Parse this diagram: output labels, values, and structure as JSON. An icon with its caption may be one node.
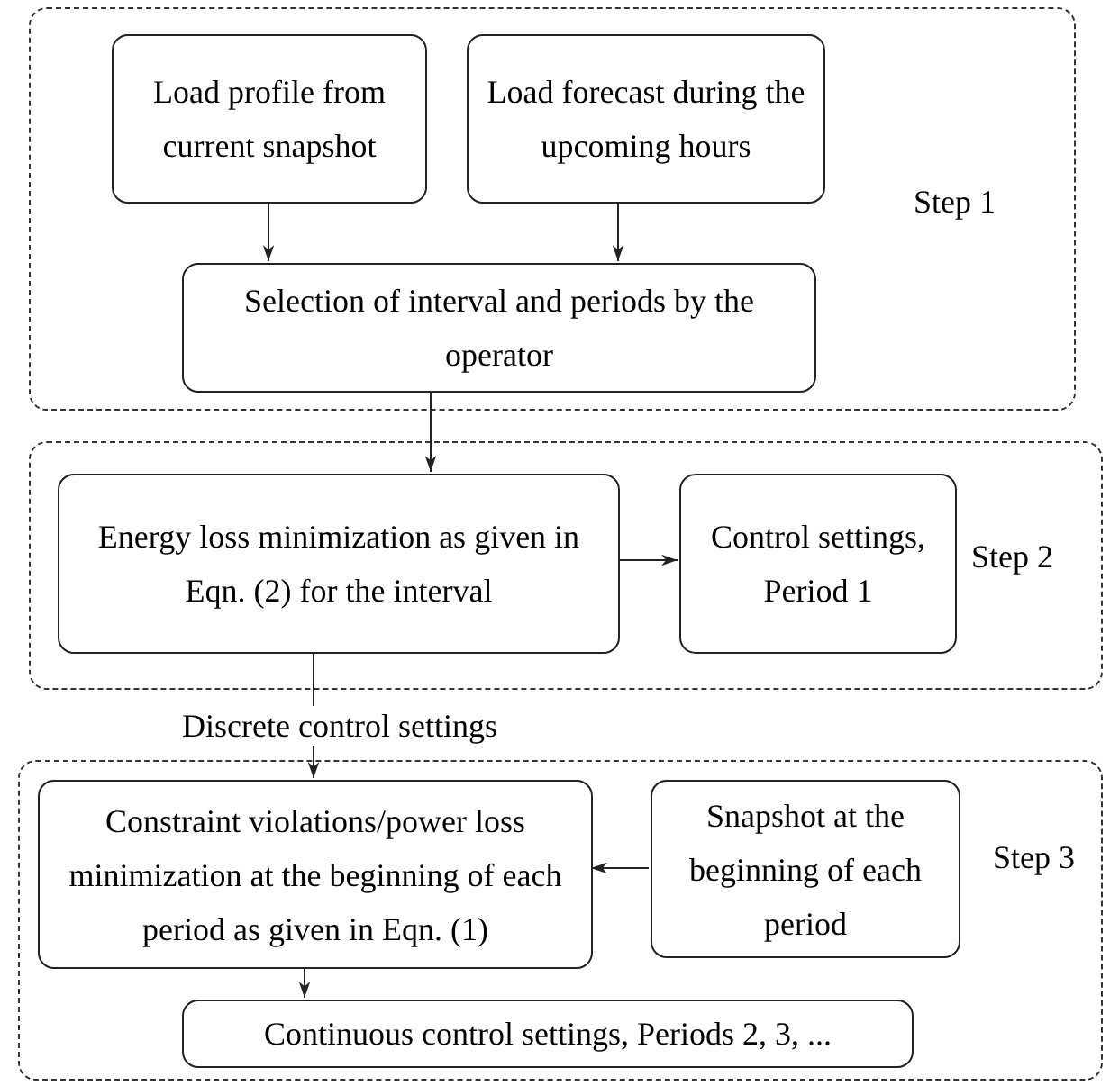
{
  "diagram": {
    "nodes": [
      {
        "text": [
          "Step 1"
        ]
      },
      {
        "text": [
          "Load profile from current snapshot"
        ],
        "in": 0
      },
      {
        "text": [
          "Load forecast during the upcoming hours"
        ],
        "in": 0
      },
      {
        "text": [
          "Selection of interval and periods by the operator"
        ],
        "in": 0
      },
      {
        "text": [
          "Step 2"
        ]
      },
      {
        "text": [
          "Energy loss minimization as given in Eqn. (2) for the interval"
        ],
        "in": 4
      },
      {
        "text": [
          "Control settings, Period 1"
        ],
        "in": 4
      },
      {
        "text": [
          "Step 3"
        ]
      },
      {
        "text": [
          "Constraint violations/power loss minimization at the beginning of each period as given in Eqn. (1)"
        ],
        "in": 7
      },
      {
        "text": [
          "Snapshot at the beginning of each period"
        ],
        "in": 7
      },
      {
        "text": [
          "Continuous control settings, Periods 2, 3, ..."
        ],
        "in": 7
      }
    ],
    "edges": [
      {
        "from": 1,
        "to": 3,
        "arrow": "to"
      },
      {
        "from": 2,
        "to": 3,
        "arrow": "to"
      },
      {
        "from": 3,
        "to": 5,
        "arrow": "to"
      },
      {
        "from": 5,
        "to": 6,
        "arrow": "to"
      },
      {
        "from": 5,
        "to": 8,
        "arrow": "to",
        "label": "Discrete control settings"
      },
      {
        "from": 9,
        "to": 8,
        "arrow": "to"
      },
      {
        "from": 8,
        "to": 10,
        "arrow": "to"
      }
    ]
  }
}
